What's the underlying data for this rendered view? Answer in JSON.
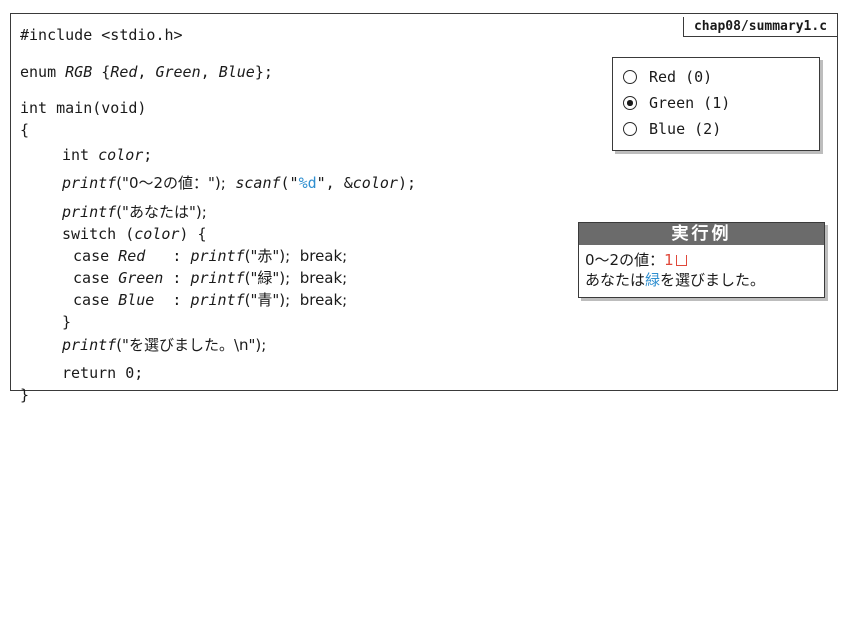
{
  "file_label": "chap08/summary1.c",
  "code": {
    "l1": "#include <stdio.h>",
    "l2a": "enum ",
    "l2b": "RGB",
    "l2c": " {",
    "l2d": "Red",
    "l2e": ", ",
    "l2f": "Green",
    "l2g": ", ",
    "l2h": "Blue",
    "l2i": "};",
    "l3": "int main(void)",
    "l4": "{",
    "l5a": "int ",
    "l5b": "color",
    "l5c": ";",
    "l6a": "printf",
    "l6b": "(\"0～2の値：\");  ",
    "l6c": "scanf",
    "l6d": "(\"",
    "l6e": "%d",
    "l6f": "\", &",
    "l6g": "color",
    "l6h": ");",
    "l7a": "printf",
    "l7b": "(\"あなたは\");",
    "l8a": "switch (",
    "l8b": "color",
    "l8c": ") {",
    "l9a": " case ",
    "l9b": "Red",
    "l9c": "   : ",
    "l9d": "printf",
    "l9e": "(\"赤\");  break;",
    "l10a": " case ",
    "l10b": "Green",
    "l10c": " : ",
    "l10d": "printf",
    "l10e": "(\"緑\");  break;",
    "l11a": " case ",
    "l11b": "Blue",
    "l11c": "  : ",
    "l11d": "printf",
    "l11e": "(\"青\");  break;",
    "l12": "}",
    "l13a": "printf",
    "l13b": "(\"を選びました。\\n\");",
    "l14": "return 0;",
    "l15": "}"
  },
  "radio_options": [
    {
      "label": "Red (0)",
      "selected": false
    },
    {
      "label": "Green (1)",
      "selected": true
    },
    {
      "label": "Blue (2)",
      "selected": false
    }
  ],
  "run_example": {
    "title": "実行例",
    "prompt": "0～2の値：",
    "input": "1",
    "out_a": "あなたは",
    "out_b": "緑",
    "out_c": "を選びました。"
  },
  "colors": {
    "accent_blue": "#2f8fd0",
    "input_red": "#e0483a",
    "title_bg": "#6b6b6b"
  }
}
